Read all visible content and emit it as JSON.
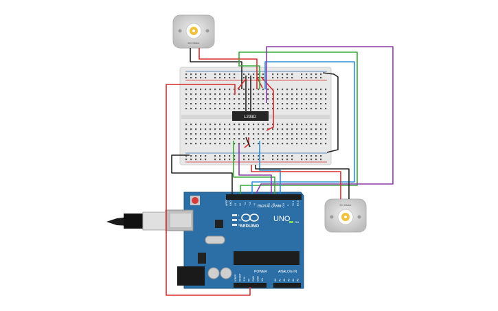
{
  "motor_top": {
    "label": "DC Motor"
  },
  "motor_right": {
    "label": "DC Motor"
  },
  "chip": {
    "label": "L293D"
  },
  "arduino": {
    "logo": "ARDUINO",
    "model": "UNO",
    "digital_label": "DIGITAL (PWM~)",
    "power_label": "POWER",
    "analog_label": "ANALOG IN",
    "on_label": "ON",
    "led_l": "L",
    "led_tx": "TX",
    "led_rx": "RX",
    "aref": "AREF",
    "gnd": "GND",
    "pins_digital": [
      "13",
      "12",
      "~11",
      "~10",
      "~9",
      "8",
      "7",
      "~6",
      "~5",
      "4",
      "~3",
      "2",
      "TX 1",
      "RX 0"
    ],
    "pins_power": [
      "IOREF",
      "RESET",
      "3.3V",
      "5V",
      "GND",
      "GND",
      "Vin"
    ],
    "pins_analog": [
      "A0",
      "A1",
      "A2",
      "A3",
      "A4",
      "A5"
    ]
  },
  "colors": {
    "board": "#2b6fa6",
    "board_dark": "#1f5580",
    "breadboard": "#e6e6e6",
    "wire_red": "#d62b2b",
    "wire_black": "#222222",
    "wire_green": "#3aa83a",
    "wire_blue": "#2b8fd6",
    "wire_purple": "#8a3aa8"
  }
}
